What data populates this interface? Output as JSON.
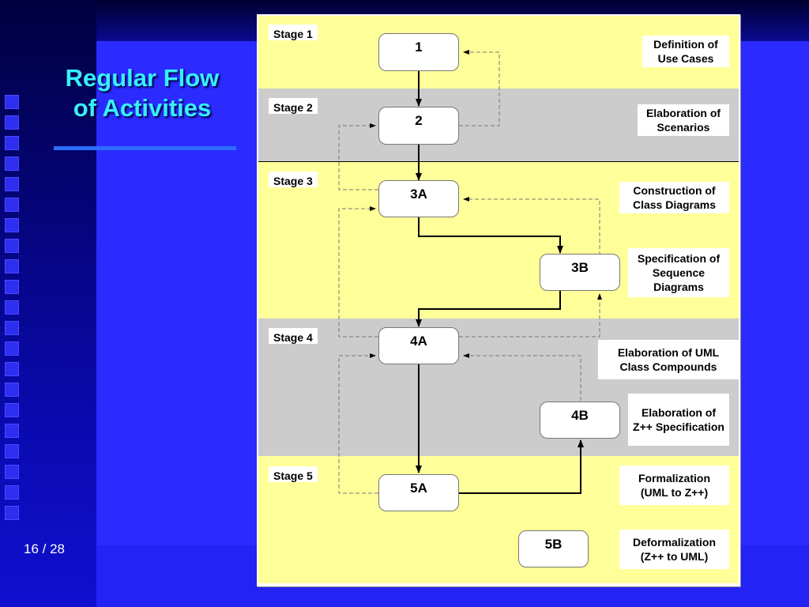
{
  "slide": {
    "title_line1": "Regular Flow",
    "title_line2": "of Activities",
    "page_number": "16 / 28"
  },
  "stages": [
    {
      "label": "Stage 1"
    },
    {
      "label": "Stage 2"
    },
    {
      "label": "Stage 3"
    },
    {
      "label": "Stage 4"
    },
    {
      "label": "Stage 5"
    }
  ],
  "nodes": {
    "n1": "1",
    "n2": "2",
    "n3a": "3A",
    "n3b": "3B",
    "n4a": "4A",
    "n4b": "4B",
    "n5a": "5A",
    "n5b": "5B"
  },
  "descriptions": {
    "d1": "Definition of Use Cases",
    "d2": "Elaboration of Scenarios",
    "d3a": "Construction of Class Diagrams",
    "d3b": "Specification of Sequence Diagrams",
    "d4a": "Elaboration of UML Class Compounds",
    "d4b": "Elaboration of Z++ Specification",
    "d5a": "Formalization (UML to Z++)",
    "d5b": "Deformalization (Z++ to UML)"
  },
  "colors": {
    "stage_yellow": "#ffff99",
    "stage_gray": "#cccccc",
    "title": "#37f0ff",
    "background": "#2b2bff"
  }
}
